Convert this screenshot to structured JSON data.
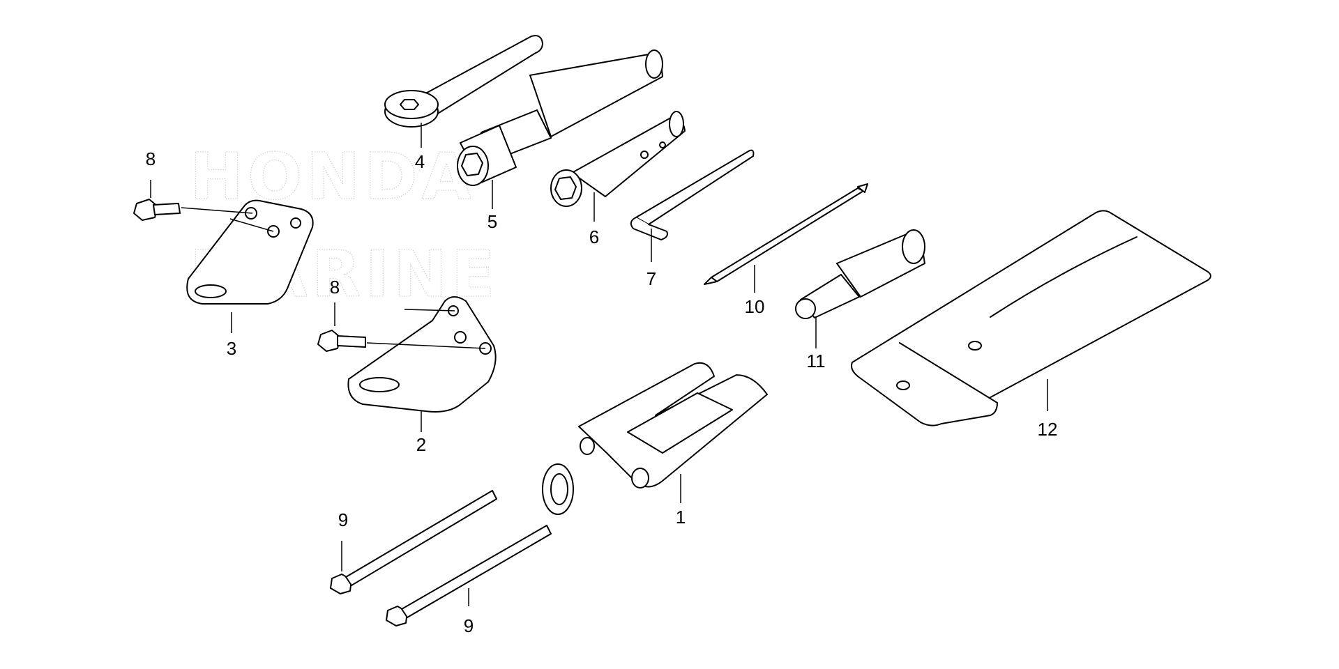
{
  "watermark": {
    "line1": "HONDA",
    "line2": "MARINE"
  },
  "callouts": {
    "c1": "1",
    "c2": "2",
    "c3": "3",
    "c4": "4",
    "c5": "5",
    "c6": "6",
    "c7": "7",
    "c8a": "8",
    "c8b": "8",
    "c9a": "9",
    "c9b": "9",
    "c10": "10",
    "c11": "11",
    "c12": "12"
  }
}
